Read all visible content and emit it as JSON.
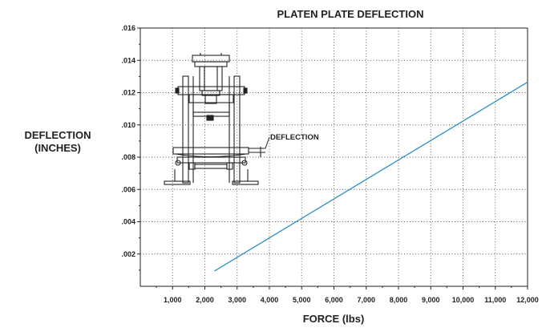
{
  "chart_data": {
    "type": "line",
    "title": "PLATEN PLATE DEFLECTION",
    "xlabel": "FORCE (lbs)",
    "ylabel_lines": [
      "DEFLECTION",
      "(INCHES)"
    ],
    "xlim": [
      0,
      12000
    ],
    "ylim": [
      0,
      0.016
    ],
    "x_ticks": [
      1000,
      2000,
      3000,
      4000,
      5000,
      6000,
      7000,
      8000,
      9000,
      10000,
      11000,
      12000
    ],
    "x_tick_labels": [
      "1,000",
      "2,000",
      "3,000",
      "4,000",
      "5,000",
      "6,000",
      "7,000",
      "8,000",
      "9,000",
      "10,000",
      "11,000",
      "12,000"
    ],
    "y_ticks": [
      0.002,
      0.004,
      0.006,
      0.008,
      0.01,
      0.012,
      0.014,
      0.016
    ],
    "y_tick_labels": [
      ".002",
      ".004",
      ".006",
      ".008",
      ".010",
      ".012",
      ".014",
      ".016"
    ],
    "grid": true,
    "series": [
      {
        "color": "#2e8fc4",
        "x": [
          2300,
          12000
        ],
        "y": [
          0.00095,
          0.01265
        ]
      }
    ],
    "annotation": "DEFLECTION",
    "illustration": "press-frame-drawing"
  }
}
